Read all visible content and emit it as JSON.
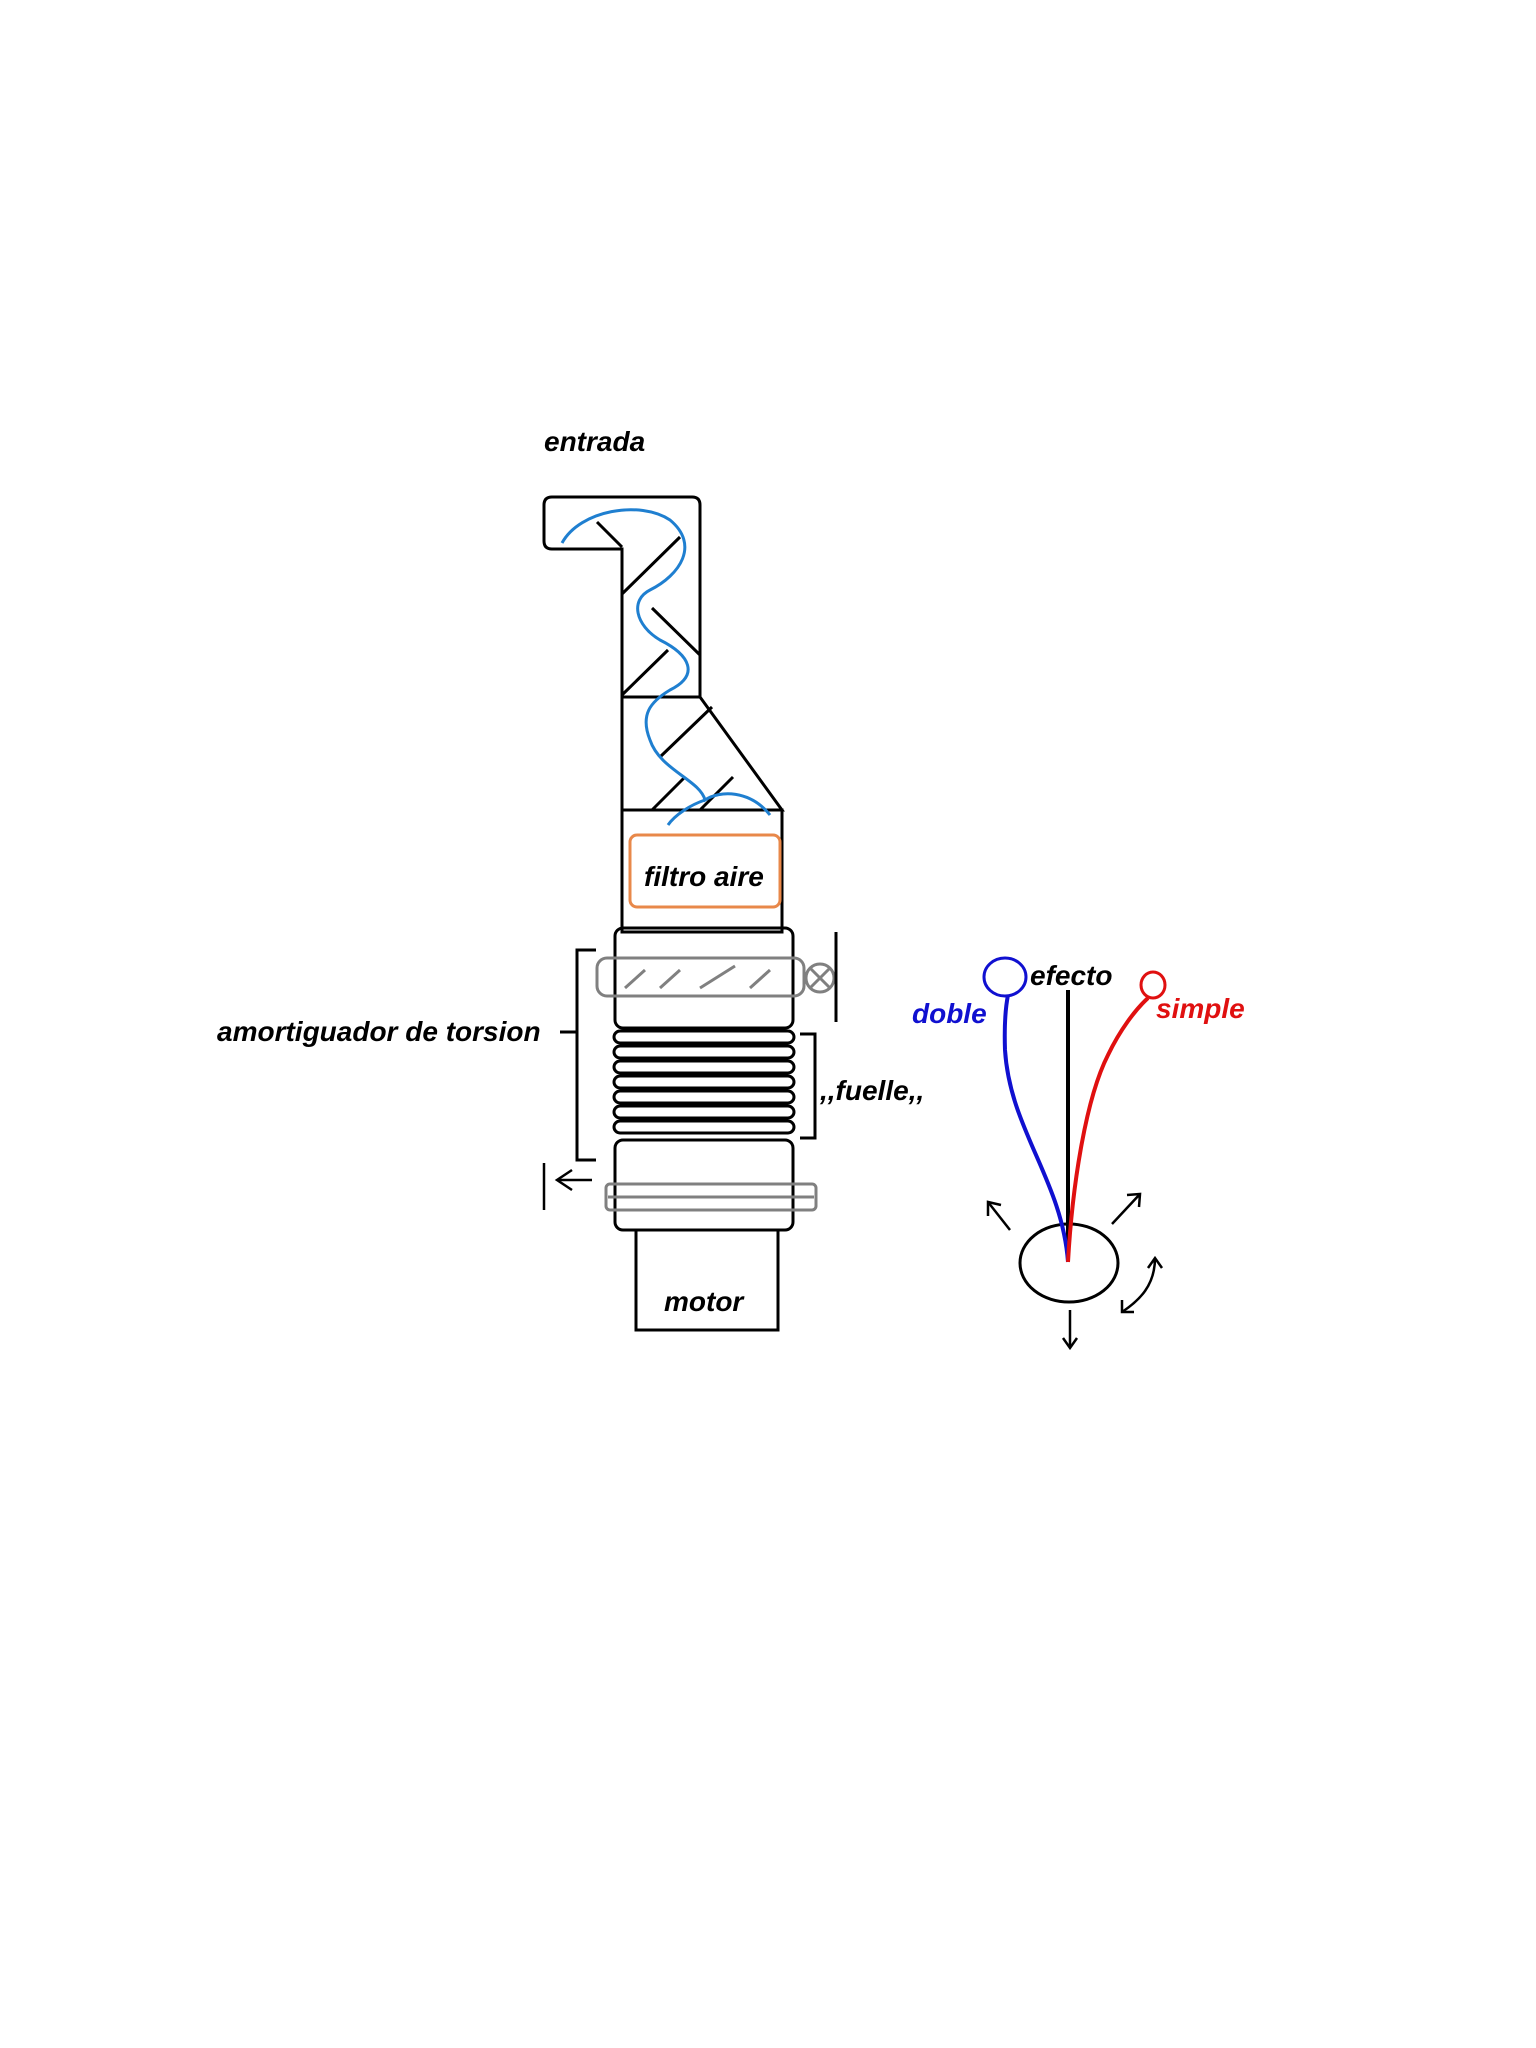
{
  "labels": {
    "entrada": "entrada",
    "filtro": "filtro aire",
    "amortiguador": "amortiguador de torsion",
    "fuelle": ",,fuelle,,",
    "motor": "motor",
    "efecto": "efecto",
    "doble": "doble",
    "simple": "simple"
  },
  "colors": {
    "outline": "#000000",
    "air_flow": "#1f7fd0",
    "filter": "#e8884a",
    "clamp": "#808080",
    "doble": "#1010d0",
    "simple": "#e01010",
    "efecto": "#000000"
  }
}
